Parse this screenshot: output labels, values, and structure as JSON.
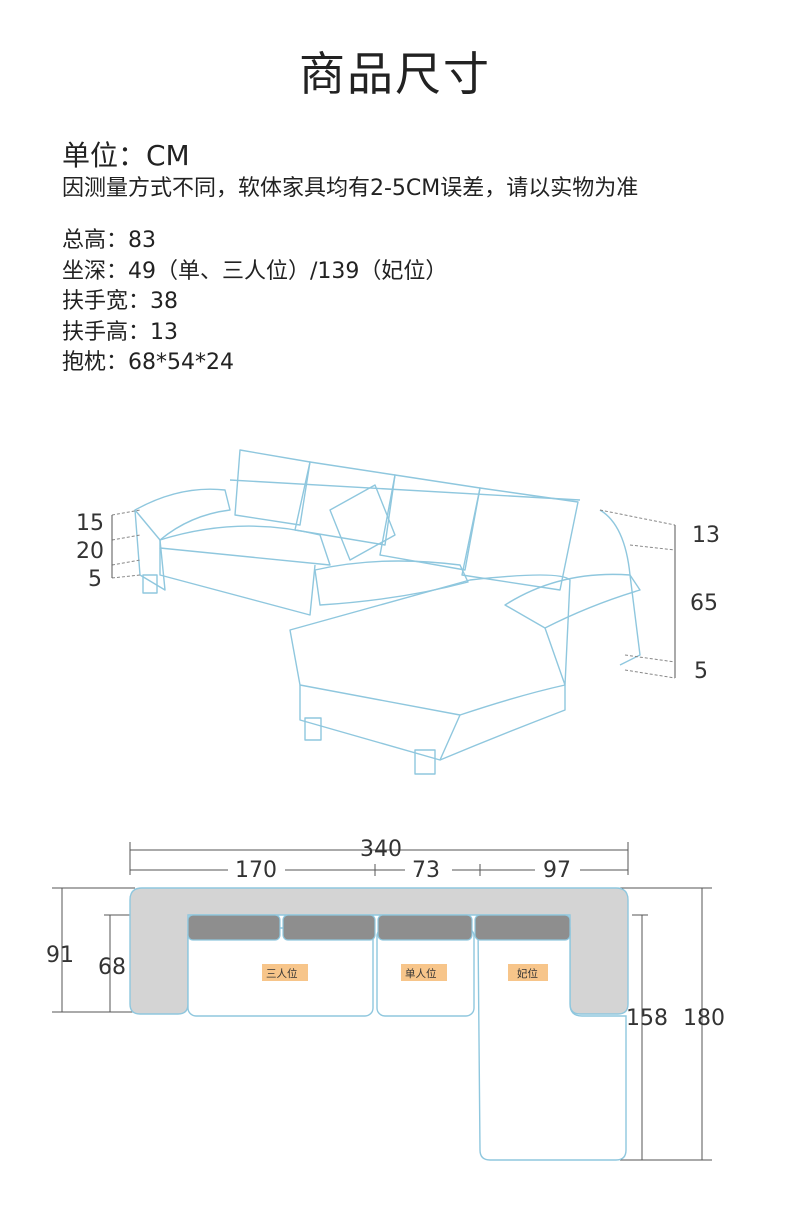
{
  "header": {
    "title": "商品尺寸"
  },
  "unit_line": "单位：CM",
  "note": "因测量方式不同，软体家具均有2-5CM误差，请以实物为准",
  "specs": [
    {
      "label": "总高：",
      "value": "83"
    },
    {
      "label": "坐深：",
      "value": "49（单、三人位）/139（妃位）"
    },
    {
      "label": "扶手宽：",
      "value": "38"
    },
    {
      "label": "扶手高：",
      "value": "13"
    },
    {
      "label": "抱枕：",
      "value": "68*54*24"
    }
  ],
  "side_view": {
    "left_dims": [
      "15",
      "20",
      "5"
    ],
    "right_dims": [
      "13",
      "65",
      "5"
    ]
  },
  "top_view": {
    "overall_width": "340",
    "segment_widths": [
      "170",
      "73",
      "97"
    ],
    "depth_total": "91",
    "depth_seat": "68",
    "chaise_depth": "158",
    "chaise_total": "180",
    "seat_tags": [
      "三人位",
      "单人位",
      "妃位"
    ]
  },
  "colors": {
    "outline": "#8fc7de",
    "arm_fill": "#d4d4d4",
    "cushion_fill": "#8e8e8e",
    "tag_fill": "#f7c58a",
    "dim_line": "#555555"
  }
}
